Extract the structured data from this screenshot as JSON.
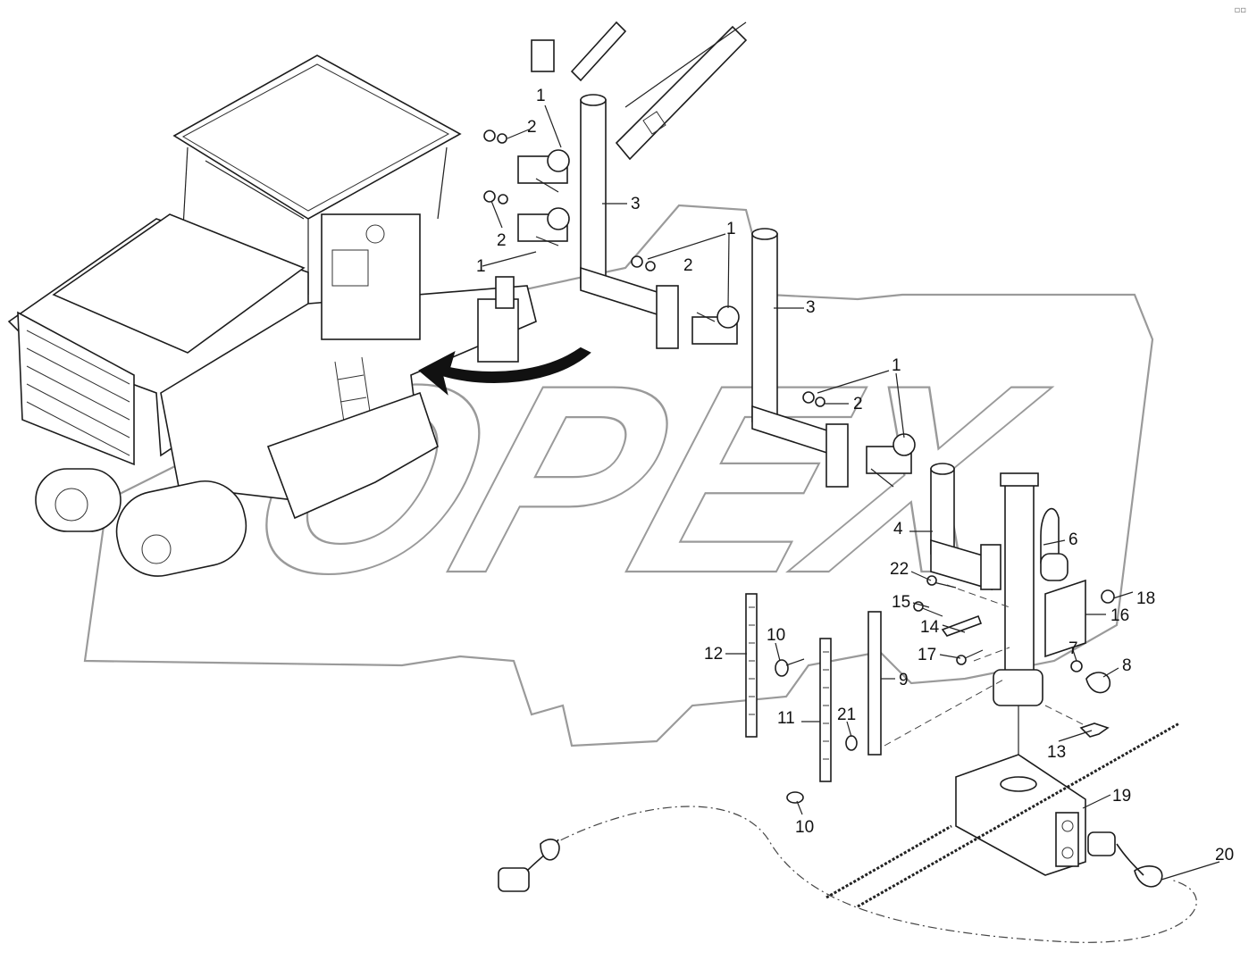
{
  "watermark": {
    "text": "OPEX",
    "color": "#9a9a9a"
  },
  "corner_mark": "▫▫",
  "callouts": [
    {
      "text": "1"
    },
    {
      "text": "2"
    },
    {
      "text": "2"
    },
    {
      "text": "1"
    },
    {
      "text": "3"
    },
    {
      "text": "1"
    },
    {
      "text": "2"
    },
    {
      "text": "3"
    },
    {
      "text": "1"
    },
    {
      "text": "2"
    },
    {
      "text": "4"
    },
    {
      "text": "6"
    },
    {
      "text": "22"
    },
    {
      "text": "18"
    },
    {
      "text": "15"
    },
    {
      "text": "16"
    },
    {
      "text": "14"
    },
    {
      "text": "12"
    },
    {
      "text": "10"
    },
    {
      "text": "7"
    },
    {
      "text": "17"
    },
    {
      "text": "8"
    },
    {
      "text": "9"
    },
    {
      "text": "21"
    },
    {
      "text": "11"
    },
    {
      "text": "13"
    },
    {
      "text": "19"
    },
    {
      "text": "10"
    },
    {
      "text": "20"
    }
  ]
}
